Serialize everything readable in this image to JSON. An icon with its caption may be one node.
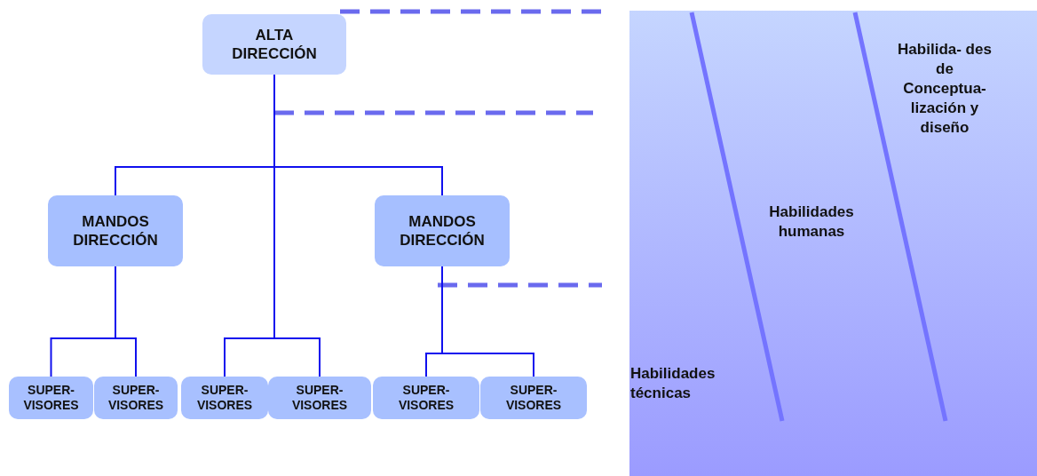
{
  "diagram": {
    "nodes": [
      {
        "text": [
          "ALTA DIRECCIÓN"
        ]
      },
      {
        "text": [
          "MANDOS DIRECCIÓN"
        ]
      },
      {
        "text": [
          "MANDOS DIRECCIÓN"
        ]
      },
      {
        "text": [
          "SUPER- VISORES"
        ]
      },
      {
        "text": [
          "SUPER- VISORES"
        ]
      },
      {
        "text": [
          "SUPER- VISORES"
        ]
      },
      {
        "text": [
          "SUPER- VISORES"
        ]
      },
      {
        "text": [
          "SUPER- VISORES"
        ]
      },
      {
        "text": [
          "SUPER- VISORES"
        ]
      },
      {
        "text": [
          "Habilidades técnicas",
          "Habilidades humanas",
          "Habilida- des de Conceptua- lización y diseño"
        ]
      }
    ],
    "edges": [
      {
        "from": 0,
        "to": 1,
        "arrow": "none"
      },
      {
        "from": 0,
        "to": 2,
        "arrow": "none"
      },
      {
        "from": 0,
        "to": 5,
        "arrow": "none"
      },
      {
        "from": 0,
        "to": 6,
        "arrow": "none"
      },
      {
        "from": 1,
        "to": 3,
        "arrow": "none"
      },
      {
        "from": 1,
        "to": 4,
        "arrow": "none"
      },
      {
        "from": 2,
        "to": 7,
        "arrow": "none"
      },
      {
        "from": 2,
        "to": 8,
        "arrow": "none"
      }
    ]
  }
}
